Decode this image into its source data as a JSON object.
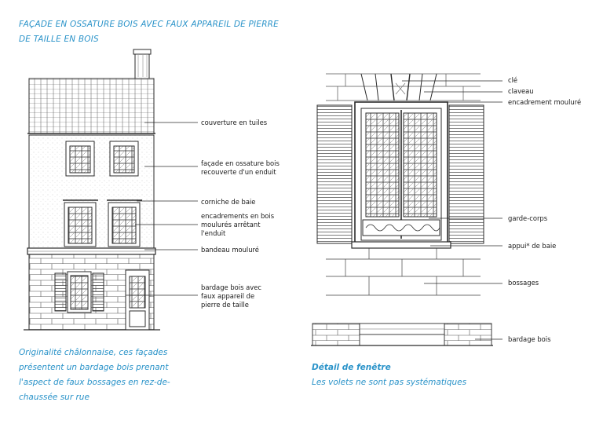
{
  "title": {
    "line1": "FAÇADE EN OSSATURE BOIS AVEC FAUX APPAREIL DE PIERRE",
    "line2": "DE TAILLE EN BOIS"
  },
  "left_labels": {
    "couverture": "couverture en tuiles",
    "facade_l1": "façade en ossature bois",
    "facade_l2": "recouverte d'un enduit",
    "corniche": "corniche de baie",
    "encad_l1": "encadrements en bois",
    "encad_l2": "moulurés arrêtant",
    "encad_l3": "l'enduit",
    "bandeau": "bandeau mouluré",
    "bardage_l1": "bardage bois avec",
    "bardage_l2": "faux appareil de",
    "bardage_l3": "pierre de taille"
  },
  "right_labels": {
    "cle": "clé",
    "claveau": "claveau",
    "encadrement": "encadrement mouluré",
    "garde_corps": "garde-corps",
    "appui": "appui* de baie",
    "bossages": "bossages",
    "bardage_bois": "bardage bois"
  },
  "left_caption": [
    "Originalité châlonnaise, ces façades",
    "présentent un bardage bois prenant",
    "l'aspect de faux bossages en rez-de-",
    "chaussée sur rue"
  ],
  "right_caption": {
    "heading": "Détail de fenêtre",
    "text": "Les volets ne sont pas systématiques"
  },
  "colors": {
    "accent": "#2a93c9",
    "ink": "#2b2b2b"
  }
}
